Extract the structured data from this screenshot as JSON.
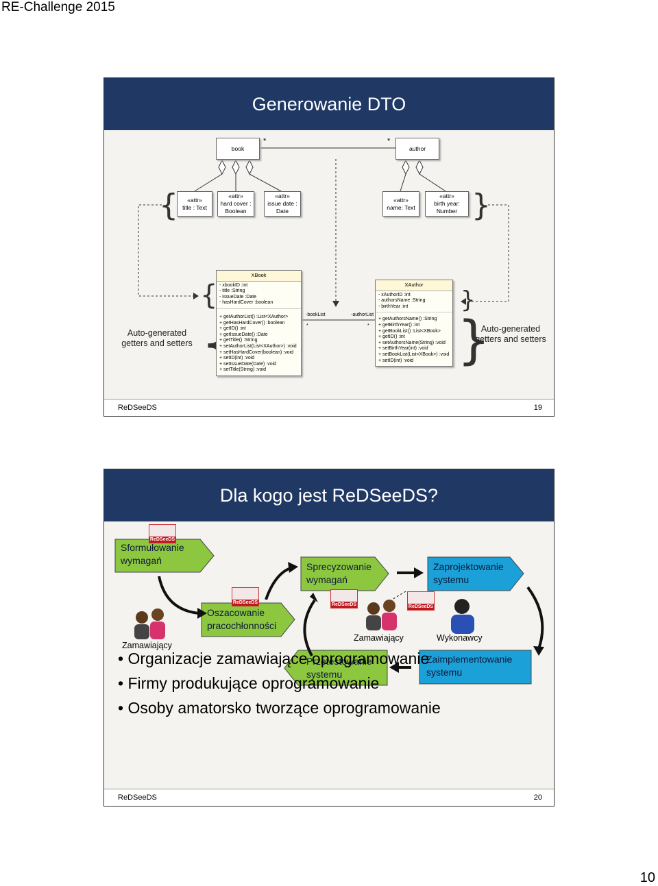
{
  "header": {
    "text": "RE-Challenge 2015"
  },
  "page_number": "10",
  "slide1": {
    "title": "Generowanie DTO",
    "footer_left": "ReDSeeDS",
    "footer_right": "19",
    "book": "book",
    "author": "author",
    "star": "*",
    "attrs_book": [
      {
        "l1": "«attr»",
        "l2": "title : Text",
        "l3": ""
      },
      {
        "l1": "«attr»",
        "l2": "hard cover :",
        "l3": "Boolean"
      },
      {
        "l1": "«attr»",
        "l2": "issue date :",
        "l3": "Date"
      }
    ],
    "attrs_author": [
      {
        "l1": "«attr»",
        "l2": "name: Text",
        "l3": ""
      },
      {
        "l1": "«attr»",
        "l2": "birth year:",
        "l3": "Number"
      }
    ],
    "xbook": {
      "name": "XBook",
      "fields": [
        "-   xbookID  :int",
        "-   title  :String",
        "-   issueDate  :Date",
        "-   hasHardCover  :boolean"
      ],
      "methods": [
        "+   getAuthorList()  :List<XAuthor>",
        "+   getHasHardCover()  :boolean",
        "+   getID()  :int",
        "+   getIssueDate()  :Date",
        "+   getTitle()  :String",
        "+   setAuthorList(List<XAuthor>)  :void",
        "+   setHasHardCover(boolean)  :void",
        "+   setID(int)  :void",
        "+   setIssueDate(Date)  :void",
        "+   setTitle(String)  :void"
      ]
    },
    "xauthor": {
      "name": "XAuthor",
      "fields": [
        "-   xAuthorID  :int",
        "-   authorsName  :String",
        "-   birthYear  :int"
      ],
      "methods": [
        "+   getAuthorsName()  :String",
        "+   getBirthYear()  :int",
        "+   getBookList()  :List<XBook>",
        "+   getID()  :int",
        "+   setAuthorsName(String)  :void",
        "+   setBirthYear(int)  :void",
        "+   setBookList(List<XBook>)  :void",
        "+   setID(int)  :void"
      ]
    },
    "booklist": "-bookList",
    "authorlist": "-authorList",
    "auto_left": "Auto-generated getters and setters",
    "auto_right": "Auto-generated getters and setters"
  },
  "slide2": {
    "title": "Dla kogo jest ReDSeeDS?",
    "footer_left": "ReDSeeDS",
    "footer_right": "20",
    "logo": "ReDSeeDS",
    "steps": {
      "sformulowanie": "Sformułowanie wymagań",
      "oszacowanie": "Oszacowanie pracochłonności",
      "sprecyzowanie": "Sprecyzowanie wymagań",
      "zaprojektowanie": "Zaprojektowanie systemu",
      "przetestowanie": "Przetestowanie systemu",
      "zaimplementowanie": "Zaimplementowanie systemu"
    },
    "roles": {
      "zamawiajacy1": "Zamawiający",
      "zamawiajacy2": "Zamawiający",
      "wykonawcy": "Wykonawcy"
    },
    "bullets": [
      "Organizacje zamawiające oprogramowanie",
      "Firmy produkujące oprogramowanie",
      "Osoby amatorsko tworzące oprogramowanie"
    ],
    "colors": {
      "green": "#8dc63f",
      "blue": "#1ca0d8",
      "title_bg": "#1f3864"
    }
  }
}
